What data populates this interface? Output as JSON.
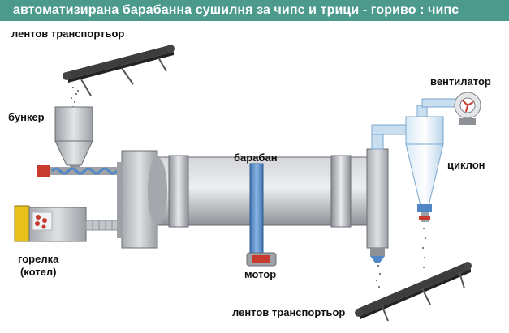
{
  "title": "автоматизирана барабанна сушилня за чипс и трици - гориво : чипс",
  "labels": {
    "conveyor_top": "лентов транспортьор",
    "bunker": "бункер",
    "drum": "барабан",
    "fan": "вентилатор",
    "cyclone": "циклон",
    "burner_line1": "горелка",
    "burner_line2": "(котел)",
    "motor": "мотор",
    "conveyor_bottom": "лентов транспортьор"
  },
  "colors": {
    "title_bg": "#4b9a8c",
    "metal": "#b9bcc1",
    "metal_dark": "#7d8187",
    "accent_blue": "#4f86c6",
    "accent_red": "#c83a2e",
    "burner_yellow": "#e8c21a"
  }
}
